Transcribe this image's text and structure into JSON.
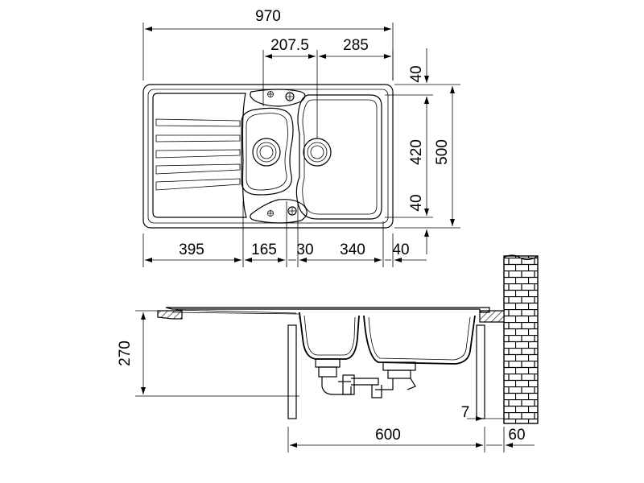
{
  "top_view": {
    "overall_width": "970",
    "hole_offset_left": "207.5",
    "hole_offset_right": "285",
    "top_margin": "40",
    "bowl_depth": "420",
    "overall_depth": "500",
    "bottom_margin": "40",
    "drainer_width": "395",
    "small_bowl_width": "165",
    "divider_width": "30",
    "large_bowl_width": "340",
    "right_edge": "40"
  },
  "side_view": {
    "sink_depth": "270",
    "cabinet_gap": "7",
    "cabinet_width": "600",
    "wall_offset": "60"
  }
}
